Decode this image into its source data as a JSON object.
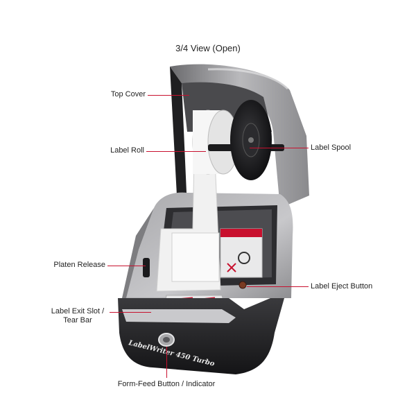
{
  "title": "3/4 View (Open)",
  "labels": {
    "top_cover": "Top Cover",
    "label_roll": "Label Roll",
    "label_spool": "Label Spool",
    "platen_release": "Platen Release",
    "label_eject_button": "Label Eject Button",
    "label_exit_slot_line1": "Label Exit Slot /",
    "label_exit_slot_line2": "Tear Bar",
    "form_feed_button": "Form-Feed Button / Indicator"
  },
  "device": {
    "model_name": "LabelWriter 450 Turbo"
  },
  "colors": {
    "leader_line": "#c8102e",
    "body_gray": "#9a9a9c",
    "body_dark": "#2a2a2c",
    "label_white": "#f4f4f4",
    "warning_red": "#c8102e"
  }
}
